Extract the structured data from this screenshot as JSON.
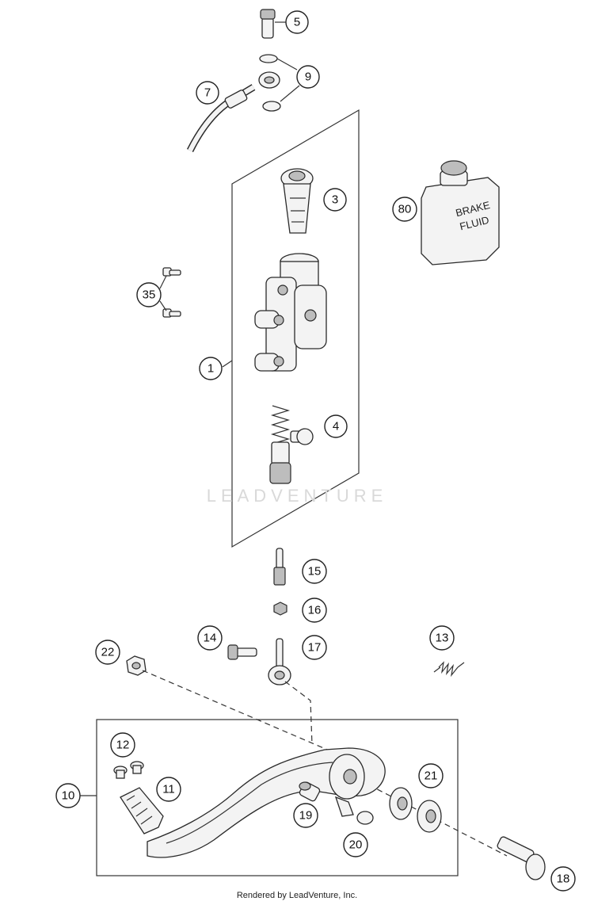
{
  "callouts": {
    "c1": "1",
    "c3": "3",
    "c4": "4",
    "c5": "5",
    "c7": "7",
    "c9": "9",
    "c10": "10",
    "c11": "11",
    "c12": "12",
    "c13": "13",
    "c14": "14",
    "c15": "15",
    "c16": "16",
    "c17": "17",
    "c18": "18",
    "c19": "19",
    "c20": "20",
    "c21": "21",
    "c22": "22",
    "c35": "35",
    "c80": "80"
  },
  "fluid_can": {
    "line1": "BRAKE",
    "line2": "FLUID"
  },
  "watermark": "LEADVENTURE",
  "footer": "Rendered by LeadVenture, Inc."
}
